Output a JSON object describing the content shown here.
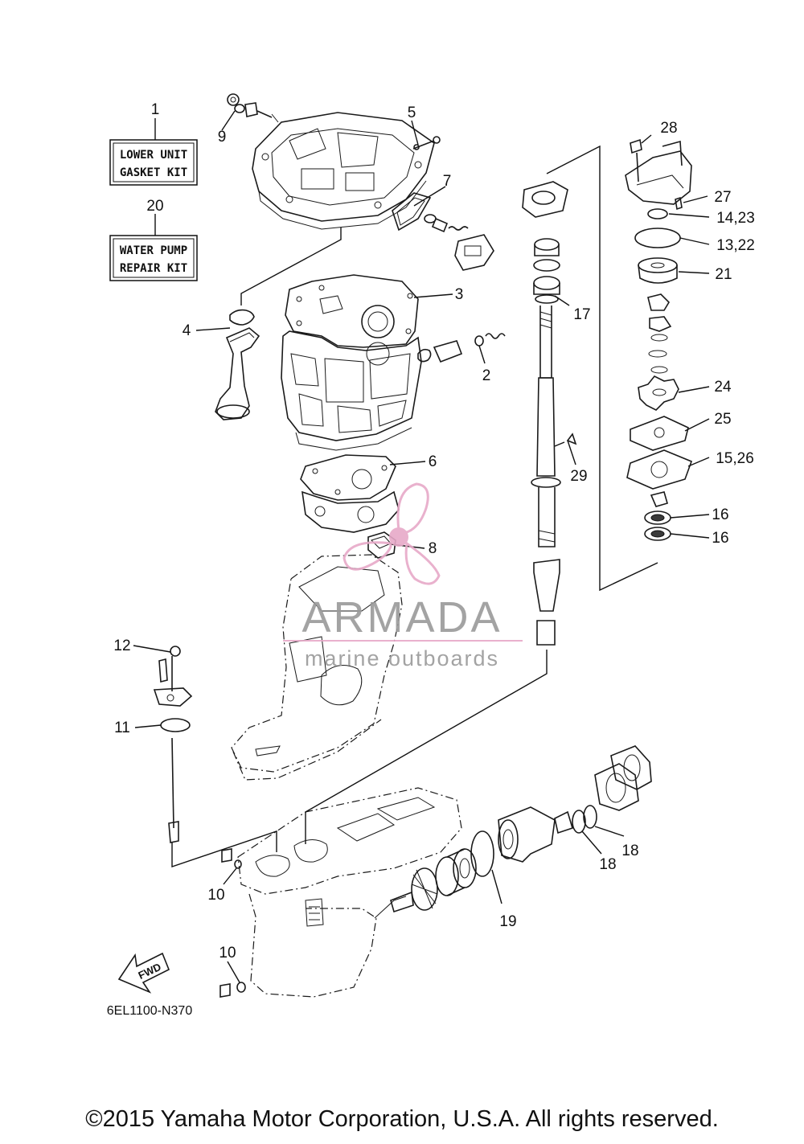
{
  "kits": {
    "lower_unit_line1": "LOWER UNIT",
    "lower_unit_line2": "GASKET KIT",
    "water_pump_line1": "WATER PUMP",
    "water_pump_line2": "REPAIR KIT"
  },
  "callouts": {
    "c1": "1",
    "c20": "20",
    "c9": "9",
    "c5": "5",
    "c7": "7",
    "c3": "3",
    "c4": "4",
    "c2": "2",
    "c6": "6",
    "c8": "8",
    "c12": "12",
    "c11": "11",
    "c10a": "10",
    "c10b": "10",
    "c28": "28",
    "c27": "27",
    "c14_23": "14,23",
    "c13_22": "13,22",
    "c21": "21",
    "c17": "17",
    "c24": "24",
    "c25": "25",
    "c15_26": "15,26",
    "c29": "29",
    "c16a": "16",
    "c16b": "16",
    "c18a": "18",
    "c18b": "18",
    "c19": "19"
  },
  "fwd_label": "FWD",
  "diagram_code": "6EL1100-N370",
  "watermark": {
    "brand": "ARMADA",
    "tagline": "marine outboards",
    "color": "#e7a9c8"
  },
  "copyright": "©2015 Yamaha Motor Corporation, U.S.A. All rights reserved."
}
